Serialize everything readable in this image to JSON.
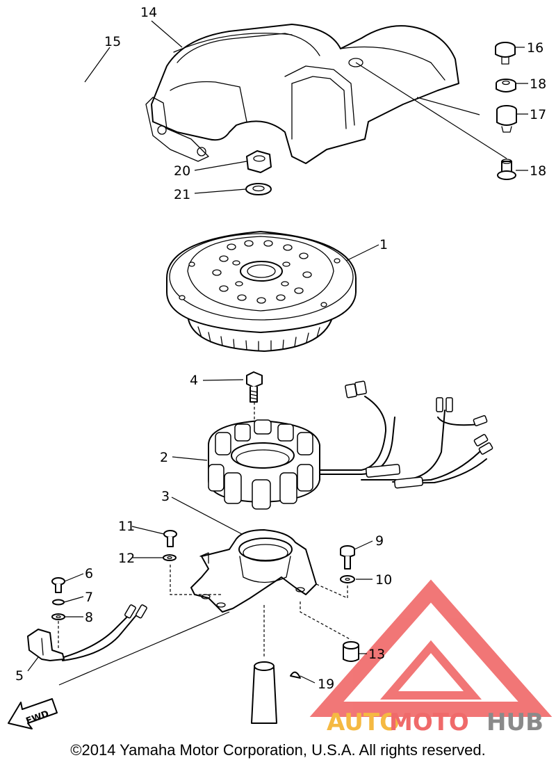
{
  "diagram": {
    "callouts": {
      "p1": "1",
      "p2": "2",
      "p3": "3",
      "p4": "4",
      "p5": "5",
      "p6": "6",
      "p7": "7",
      "p8": "8",
      "p9": "9",
      "p10": "10",
      "p11": "11",
      "p12": "12",
      "p13": "13",
      "p14": "14",
      "p15": "15",
      "p16": "16",
      "p17": "17",
      "p18a": "18",
      "p18b": "18",
      "p19": "19",
      "p20": "20",
      "p21": "21"
    },
    "fwd_label": "FWD"
  },
  "watermark": {
    "text_auto": "AUTO",
    "text_moto": "MOTO",
    "text_hub": "HUB",
    "colors": {
      "auto": "#f5b942",
      "moto": "#ef6a6a",
      "hub": "#8a8a8a",
      "logo": "#ef5f5f"
    }
  },
  "copyright": "©2014 Yamaha Motor Corporation, U.S.A. All rights reserved."
}
